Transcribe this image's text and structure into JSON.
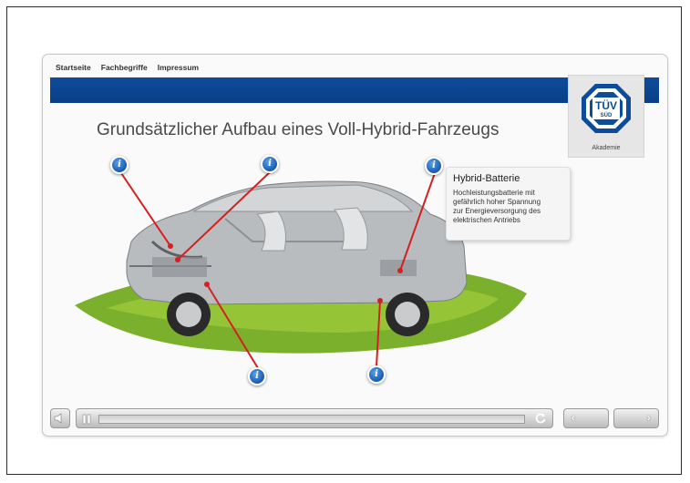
{
  "nav": {
    "items": [
      {
        "label": "Startseite"
      },
      {
        "label": "Fachbegriffe"
      },
      {
        "label": "Impressum"
      }
    ]
  },
  "logo": {
    "mark_line1": "TÜV",
    "mark_line2": "SÜD",
    "caption": "Akademie",
    "brand_color": "#0d4c9a"
  },
  "slide": {
    "title": "Grundsätzlicher Aufbau eines Voll-Hybrid-Fahrzeugs"
  },
  "tooltip": {
    "title": "Hybrid-Batterie",
    "text_lines": [
      "Hochleistungsbatterie mit",
      "gefährlich hoher Spannung",
      "zur Energieversorgung des",
      "elektrischen Antriebs"
    ]
  },
  "hotspots": [
    {
      "icon": "info-icon",
      "glyph": "i"
    },
    {
      "icon": "info-icon",
      "glyph": "i"
    },
    {
      "icon": "info-icon",
      "glyph": "i"
    },
    {
      "icon": "info-icon",
      "glyph": "i"
    },
    {
      "icon": "info-icon",
      "glyph": "i"
    }
  ],
  "controls": {
    "mute_icon": "speaker-icon",
    "pause_icon": "pause-icon",
    "replay_icon": "replay-icon",
    "prev_icon": "chevron-left-icon",
    "next_icon": "chevron-right-icon",
    "progress": 0
  },
  "colors": {
    "accent_blue": "#0d4c9a",
    "pointer_red": "#d42020",
    "grass_green": "#7bb02c"
  }
}
